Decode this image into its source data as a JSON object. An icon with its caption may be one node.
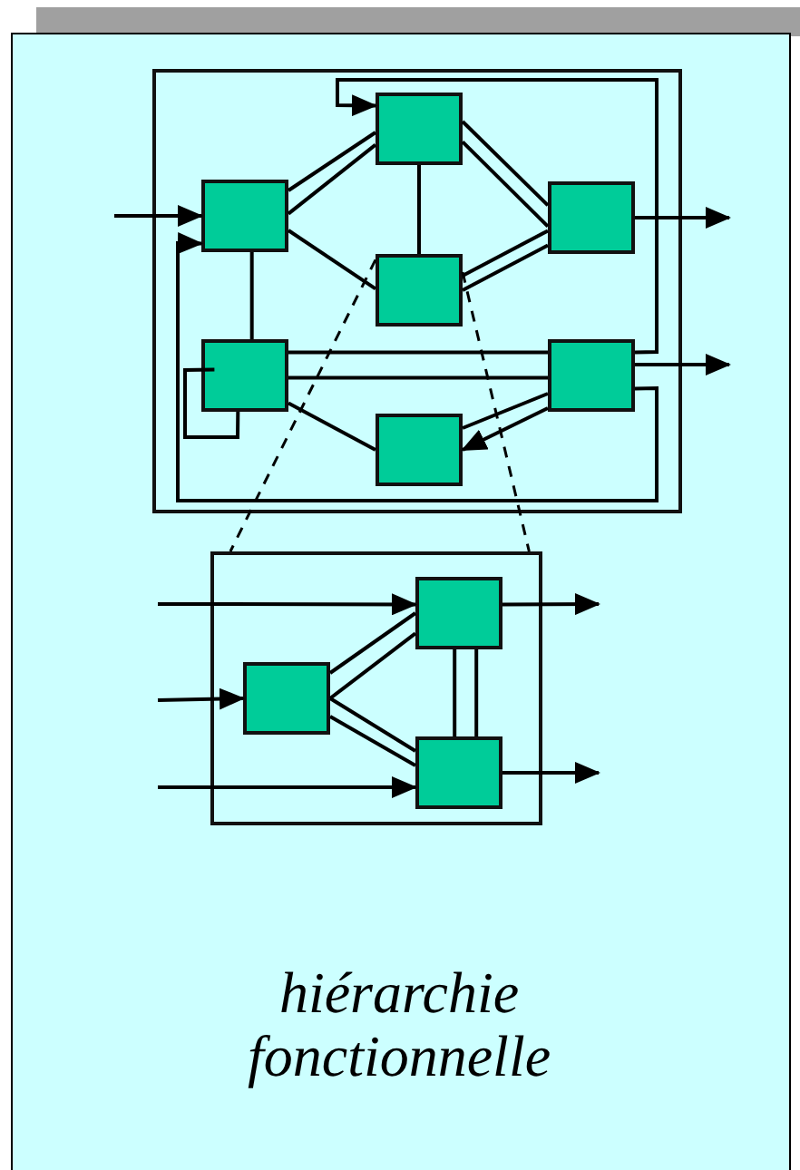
{
  "diagram": {
    "caption": "hiérarchie fonctionnelle",
    "nodes": [
      {
        "text": [],
        "shape": "box"
      },
      {
        "text": [],
        "shape": "box",
        "in": 0
      },
      {
        "text": [],
        "shape": "box",
        "in": 0
      },
      {
        "text": [],
        "shape": "box",
        "in": 0
      },
      {
        "text": [],
        "shape": "box",
        "in": 0
      },
      {
        "text": [],
        "shape": "box",
        "in": 0
      },
      {
        "text": [],
        "shape": "box",
        "in": 0
      },
      {
        "text": [],
        "shape": "box",
        "in": 0
      },
      {
        "text": [],
        "shape": "box"
      },
      {
        "text": [],
        "shape": "box",
        "in": 8
      },
      {
        "text": [],
        "shape": "box",
        "in": 8
      },
      {
        "text": [],
        "shape": "box",
        "in": 8
      }
    ],
    "edges": [
      {
        "from": 1,
        "to": 2,
        "arrow": "none"
      },
      {
        "from": 1,
        "to": 2,
        "arrow": "none"
      },
      {
        "from": 1,
        "to": 4,
        "arrow": "none"
      },
      {
        "from": 2,
        "to": 4,
        "arrow": "none"
      },
      {
        "from": 2,
        "to": 3,
        "arrow": "none"
      },
      {
        "from": 2,
        "to": 3,
        "arrow": "none"
      },
      {
        "from": 4,
        "to": 3,
        "arrow": "none"
      },
      {
        "from": 4,
        "to": 3,
        "arrow": "none"
      },
      {
        "from": 1,
        "to": 5,
        "arrow": "none"
      },
      {
        "from": 5,
        "to": 6,
        "arrow": "none"
      },
      {
        "from": 5,
        "to": 6,
        "arrow": "none"
      },
      {
        "from": 5,
        "to": 7,
        "arrow": "none"
      },
      {
        "from": 6,
        "to": 7,
        "arrow": "none"
      },
      {
        "from": 6,
        "to": 7,
        "arrow": "to"
      },
      {
        "from": 6,
        "to": 2,
        "arrow": "to"
      },
      {
        "from": 6,
        "to": 1,
        "arrow": "to"
      },
      {
        "from": 5,
        "to": 5,
        "arrow": "none"
      },
      {
        "from": null,
        "to": 1,
        "arrow": "to"
      },
      {
        "from": 3,
        "to": null,
        "arrow": "to"
      },
      {
        "from": 6,
        "to": null,
        "arrow": "to"
      },
      {
        "from": 4,
        "to": 8,
        "arrow": "none",
        "style": "dashed"
      },
      {
        "from": 4,
        "to": 8,
        "arrow": "none",
        "style": "dashed"
      },
      {
        "from": null,
        "to": 10,
        "arrow": "to"
      },
      {
        "from": null,
        "to": 9,
        "arrow": "to"
      },
      {
        "from": null,
        "to": 11,
        "arrow": "to"
      },
      {
        "from": 9,
        "to": 10,
        "arrow": "none"
      },
      {
        "from": 9,
        "to": 10,
        "arrow": "none"
      },
      {
        "from": 9,
        "to": 11,
        "arrow": "none"
      },
      {
        "from": 9,
        "to": 11,
        "arrow": "none"
      },
      {
        "from": 10,
        "to": 11,
        "arrow": "none"
      },
      {
        "from": 10,
        "to": 11,
        "arrow": "none"
      },
      {
        "from": 10,
        "to": null,
        "arrow": "to"
      },
      {
        "from": 11,
        "to": null,
        "arrow": "to"
      }
    ]
  }
}
